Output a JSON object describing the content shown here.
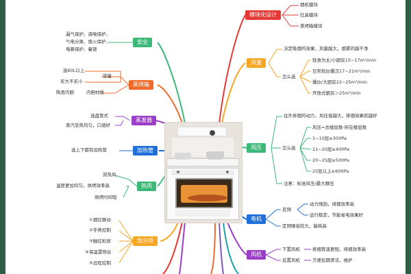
{
  "colors": {
    "red": "#e53935",
    "orange": "#f5a623",
    "green": "#3cb878",
    "blue": "#1e6fd9",
    "purple": "#9b3ec8",
    "deep_orange": "#f06a2a",
    "teal": "#1aa3a3",
    "violet": "#7e57c2"
  },
  "center_image": {
    "icon": "range-hood-stove-oven-photo"
  },
  "left": [
    {
      "label": "安全",
      "color": "#3cb878",
      "leaves": [
        {
          "text": "漏气保护、调电保护、"
        },
        {
          "text": "气电分离、熄火保护、"
        },
        {
          "text": "电路保护、童锁"
        }
      ]
    },
    {
      "label": "蒸烤箱",
      "color": "#f06a2a",
      "leaves": [
        {
          "text": "选60L以上"
        },
        {
          "text": "买大不买小"
        },
        {
          "text": "陶瓷内胆"
        }
      ],
      "mids": [
        "容量",
        "内胆材质"
      ]
    },
    {
      "label": "蒸发器",
      "color": "#9b3ec8",
      "leaves": [
        {
          "text": "选盘管式"
        },
        {
          "text": "蒸汽受热均匀，口感好"
        }
      ]
    },
    {
      "label": "加热管",
      "color": "#1e6fd9",
      "leaves": [
        {
          "text": "选上下都有加热管"
        }
      ]
    },
    {
      "label": "热风",
      "color": "#3cb878",
      "leaves": [
        {
          "text": "双热风"
        },
        {
          "text": "温度更加均匀，烘烤效率高"
        },
        {
          "text": "烘烤时间短"
        }
      ]
    },
    {
      "label": "加分项",
      "color": "#f5a623",
      "leaves": [
        {
          "text": "①烟灶联动"
        },
        {
          "text": "②手势控制"
        },
        {
          "text": "③触控彩屏"
        },
        {
          "text": "④保温置物台"
        },
        {
          "text": "⑤远程控制"
        }
      ]
    }
  ],
  "right": [
    {
      "label": "模块化设计",
      "color": "#e53935",
      "leaves": [
        {
          "text": "烟机模块"
        },
        {
          "text": "灶具模块"
        },
        {
          "text": "蒸烤箱模块"
        }
      ]
    },
    {
      "label": "风量",
      "color": "#f5a623",
      "leaves": [
        {
          "text": "决定吸烟的效果，风量越大，烟雾的越干净"
        },
        {
          "text": "轻食为主/小厨房15~17m³/min"
        },
        {
          "text": "日常煎炒爆汉17~21m³/min"
        },
        {
          "text": "爆炒/大厨房22~25m³/min"
        },
        {
          "text": "开放式厨房＞25m³/min"
        }
      ],
      "mids": [
        "怎么选"
      ]
    },
    {
      "label": "风压",
      "color": "#3cb878",
      "leaves": [
        {
          "text": "往外排烟的动力，风压值越大，排烟效果就越好"
        },
        {
          "text": "风压=总楼层数-所在楼层数"
        },
        {
          "text": "1~10层≥300Pa"
        },
        {
          "text": "11~20层≥400Pa"
        },
        {
          "text": "20~25层≥500Pa"
        },
        {
          "text": "25层以上≥600Pa"
        },
        {
          "text": "注意：标准风压/最大静压"
        }
      ],
      "mids": [
        "怎么选"
      ]
    },
    {
      "label": "电机",
      "color": "#1e6fd9",
      "leaves": [
        {
          "text": "动力强劲，排烟效率高"
        },
        {
          "text": "运行稳定，节能省电效果好"
        },
        {
          "text": "定频噪音较大，能耗高"
        }
      ],
      "mids": [
        "变频"
      ]
    },
    {
      "label": "风机",
      "color": "#9b3ec8",
      "leaves": [
        {
          "text": "排烟管道更短，排烟效率高"
        },
        {
          "text": "方便后期清洁，维护"
        }
      ],
      "mids": [
        "下置风机",
        "后置风机"
      ]
    }
  ]
}
